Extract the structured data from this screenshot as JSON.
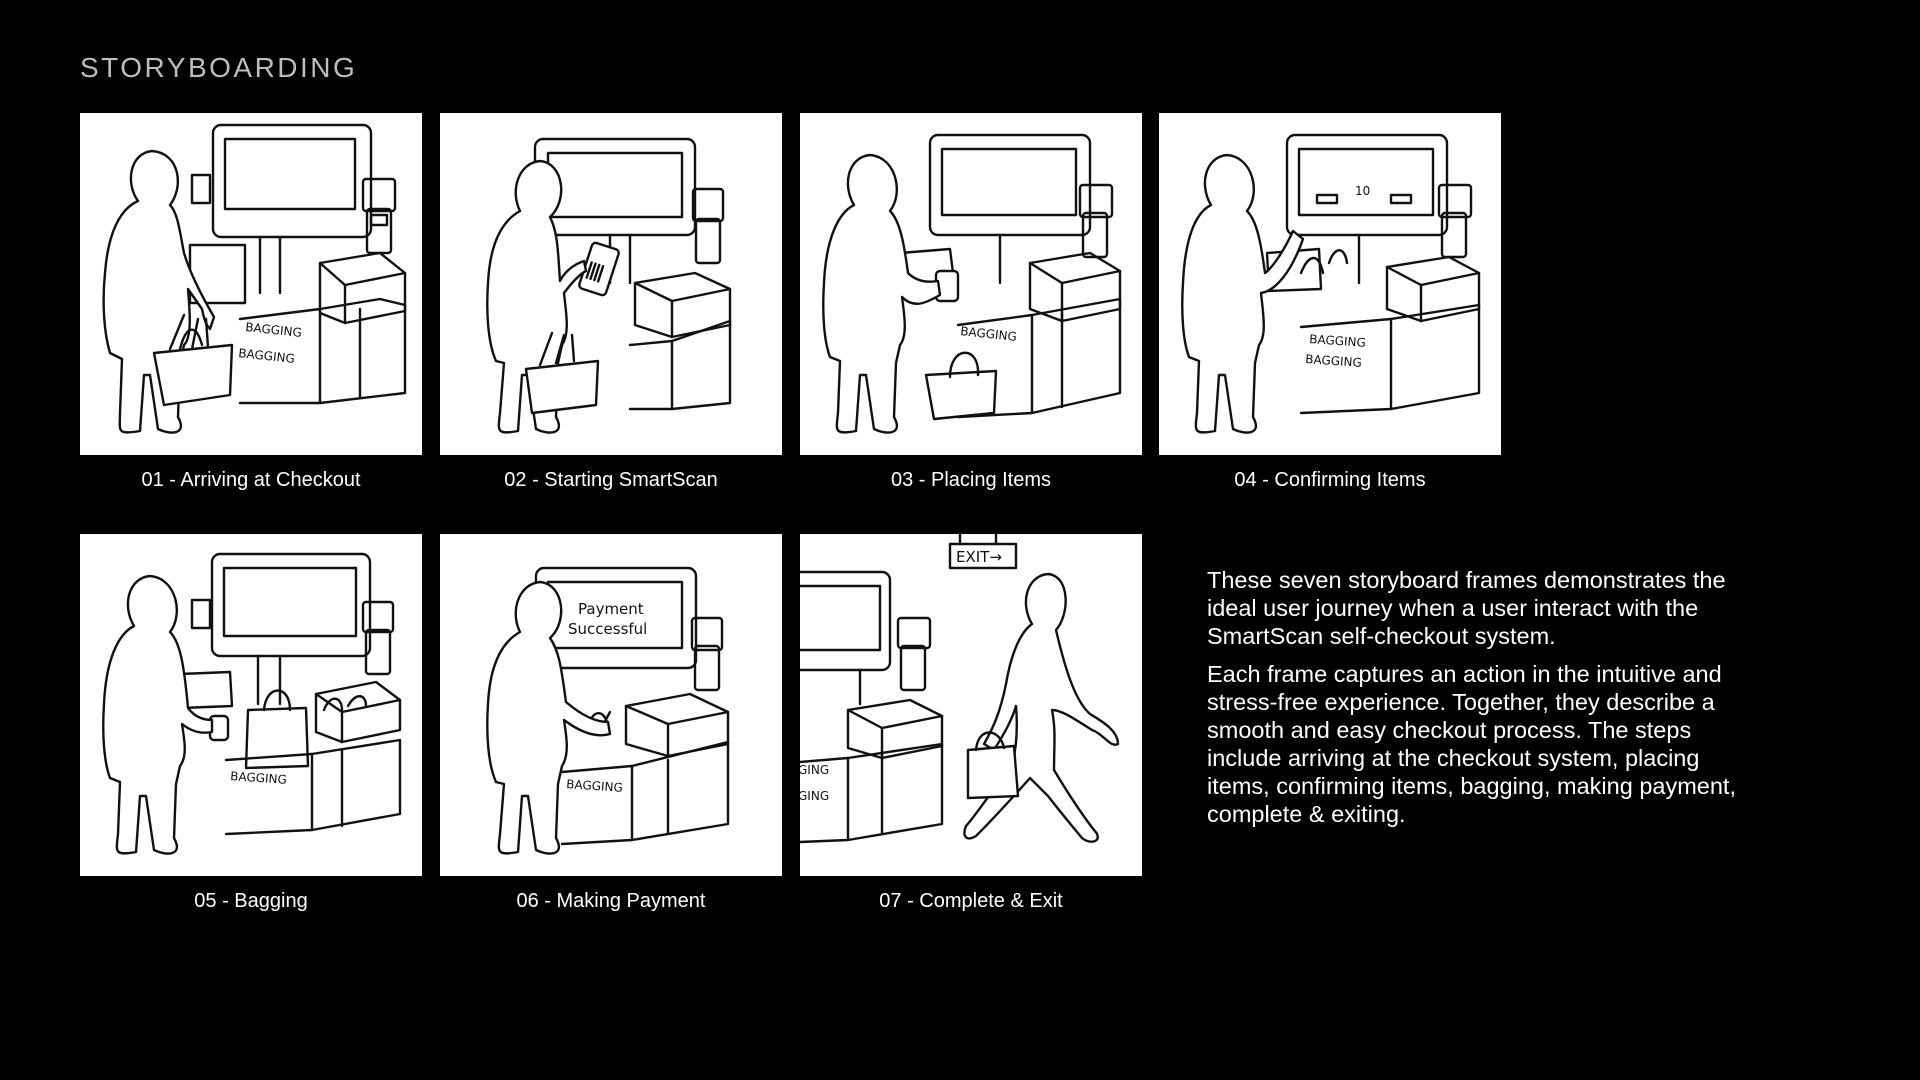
{
  "page": {
    "title": "STORYBOARDING"
  },
  "frames": [
    {
      "caption": "01 - Arriving at Checkout",
      "scene": "arriving",
      "sketch_text": [
        "BAGGING",
        "BAGGING"
      ]
    },
    {
      "caption": "02 - Starting SmartScan",
      "scene": "starting",
      "sketch_text": []
    },
    {
      "caption": "03 - Placing Items",
      "scene": "placing",
      "sketch_text": [
        "BAGGING"
      ]
    },
    {
      "caption": "04 - Confirming Items",
      "scene": "confirming",
      "sketch_text": [
        "10",
        "BAGGING",
        "BAGGING"
      ]
    },
    {
      "caption": "05 - Bagging",
      "scene": "bagging",
      "sketch_text": [
        "BAGGING"
      ]
    },
    {
      "caption": "06 - Making Payment",
      "scene": "payment",
      "sketch_text": [
        "Payment",
        "Successful",
        "BAGGING"
      ]
    },
    {
      "caption": "07 - Complete & Exit",
      "scene": "exit",
      "sketch_text": [
        "EXIT→",
        "GING",
        "GING"
      ]
    }
  ],
  "description": {
    "paragraph_1": "These seven storyboard frames demonstrates the ideal user journey when a user interact with the SmartScan self-checkout system.",
    "paragraph_2": "Each frame captures an action in the intuitive and stress-free experience. Together, they describe a smooth and easy checkout process. The steps include arriving at the checkout system, placing items, confirming items, bagging, making payment, complete & exiting."
  },
  "colors": {
    "background": "#000000",
    "panel": "#ffffff",
    "title": "#bdbdbd",
    "text": "#ffffff",
    "ink": "#111111"
  }
}
